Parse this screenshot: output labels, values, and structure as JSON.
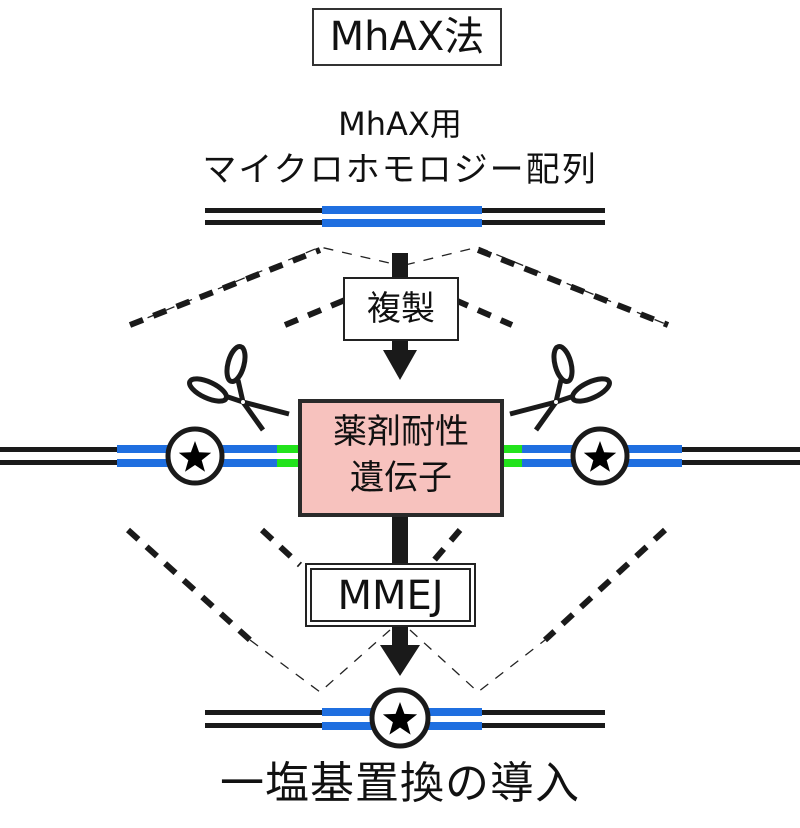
{
  "diagram": {
    "title": "MhAX法",
    "subtitle_line1": "MhAX用",
    "subtitle_line2": "マイクロホモロジー配列",
    "step_replication": "複製",
    "gene_box_line1": "薬剤耐性",
    "gene_box_line2": "遺伝子",
    "step_mmej": "MMEJ",
    "result_label": "一塩基置換の導入",
    "icons": {
      "mutation_marker": "star-in-circle-icon",
      "cut_site": "scissors-icon",
      "flow": "down-arrow-icon"
    },
    "colors": {
      "dna_strand": "#1a1a1a",
      "microhomology": "#1f6fe0",
      "junction": "#22e31c",
      "gene_box_fill": "#f7c2be",
      "gene_box_border": "#2a2a2a"
    }
  }
}
